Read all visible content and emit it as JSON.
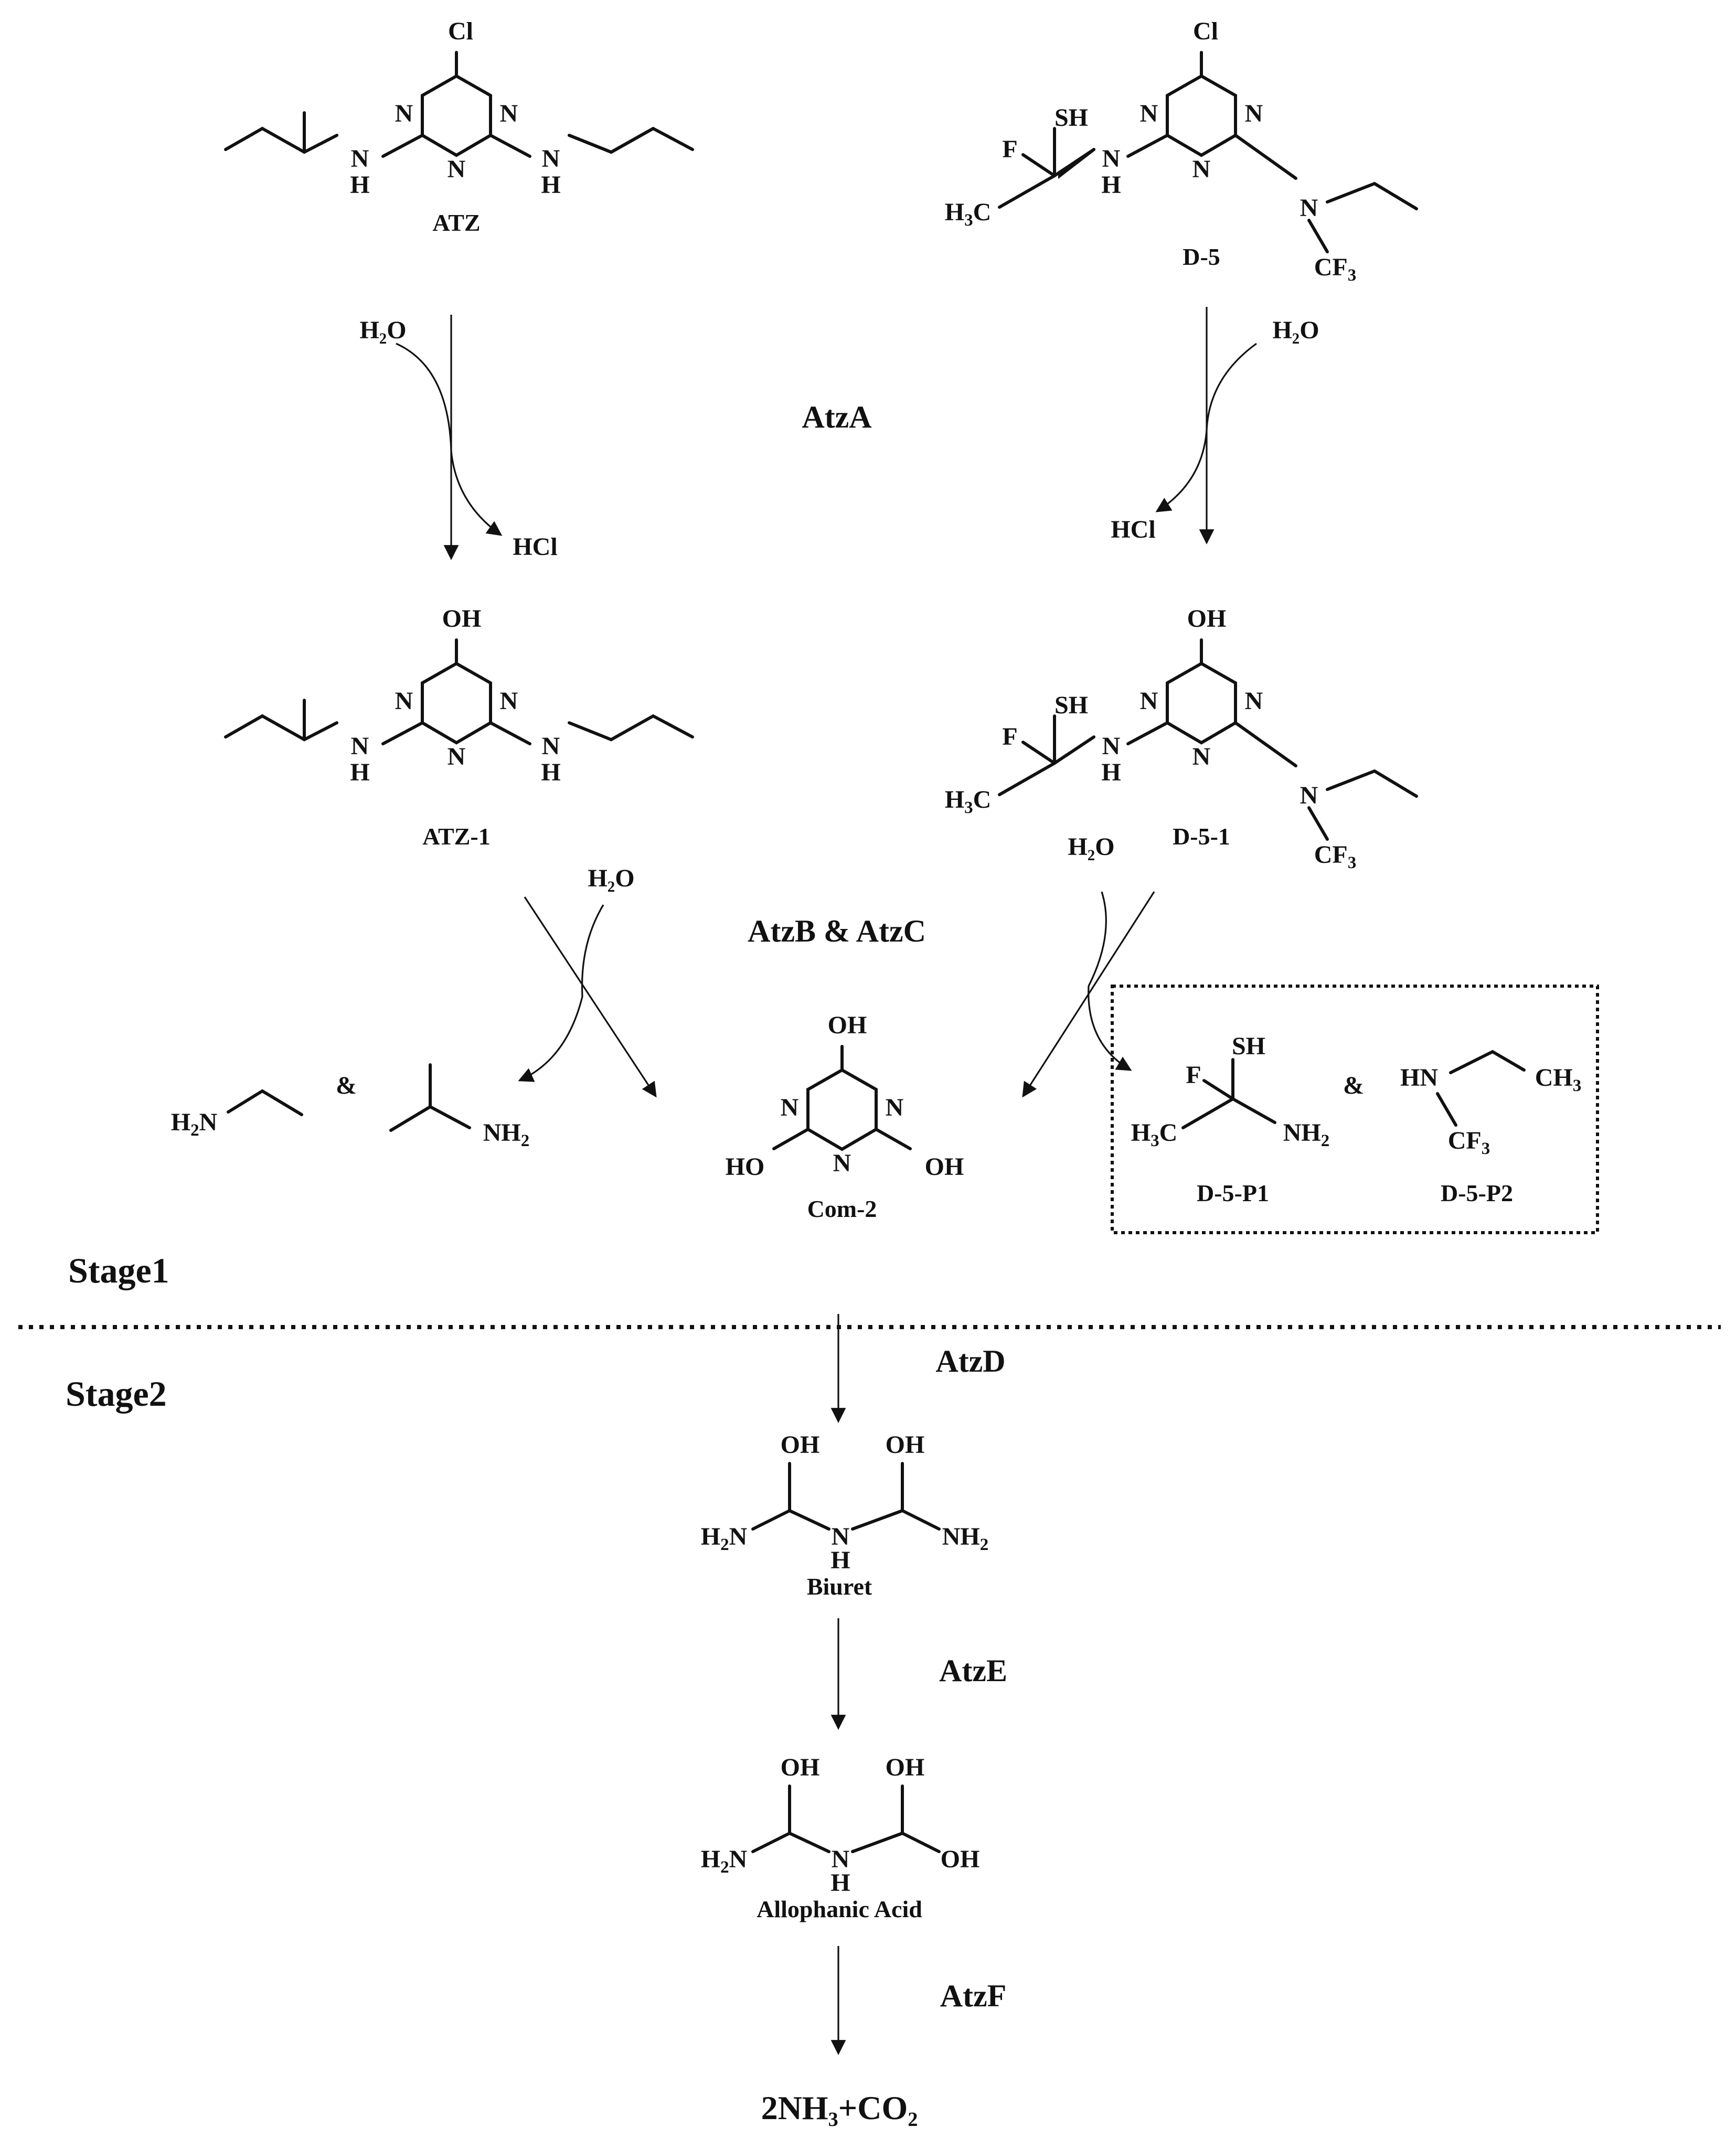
{
  "compounds": {
    "atz": "ATZ",
    "d5": "D-5",
    "atz1": "ATZ-1",
    "d51": "D-5-1",
    "com2": "Com-2",
    "d5p1": "D-5-P1",
    "d5p2": "D-5-P2",
    "biuret": "Biuret",
    "allophanic": "Allophanic Acid"
  },
  "enzymes": {
    "atza": "AtzA",
    "atzbc": "AtzB & AtzC",
    "atzd": "AtzD",
    "atze": "AtzE",
    "atzf": "AtzF"
  },
  "stages": {
    "stage1": "Stage1",
    "stage2": "Stage2"
  },
  "reagents": {
    "water": "H₂O",
    "hcl": "HCl"
  },
  "final_product": "2NH₃+CO₂",
  "ampersand": "&"
}
